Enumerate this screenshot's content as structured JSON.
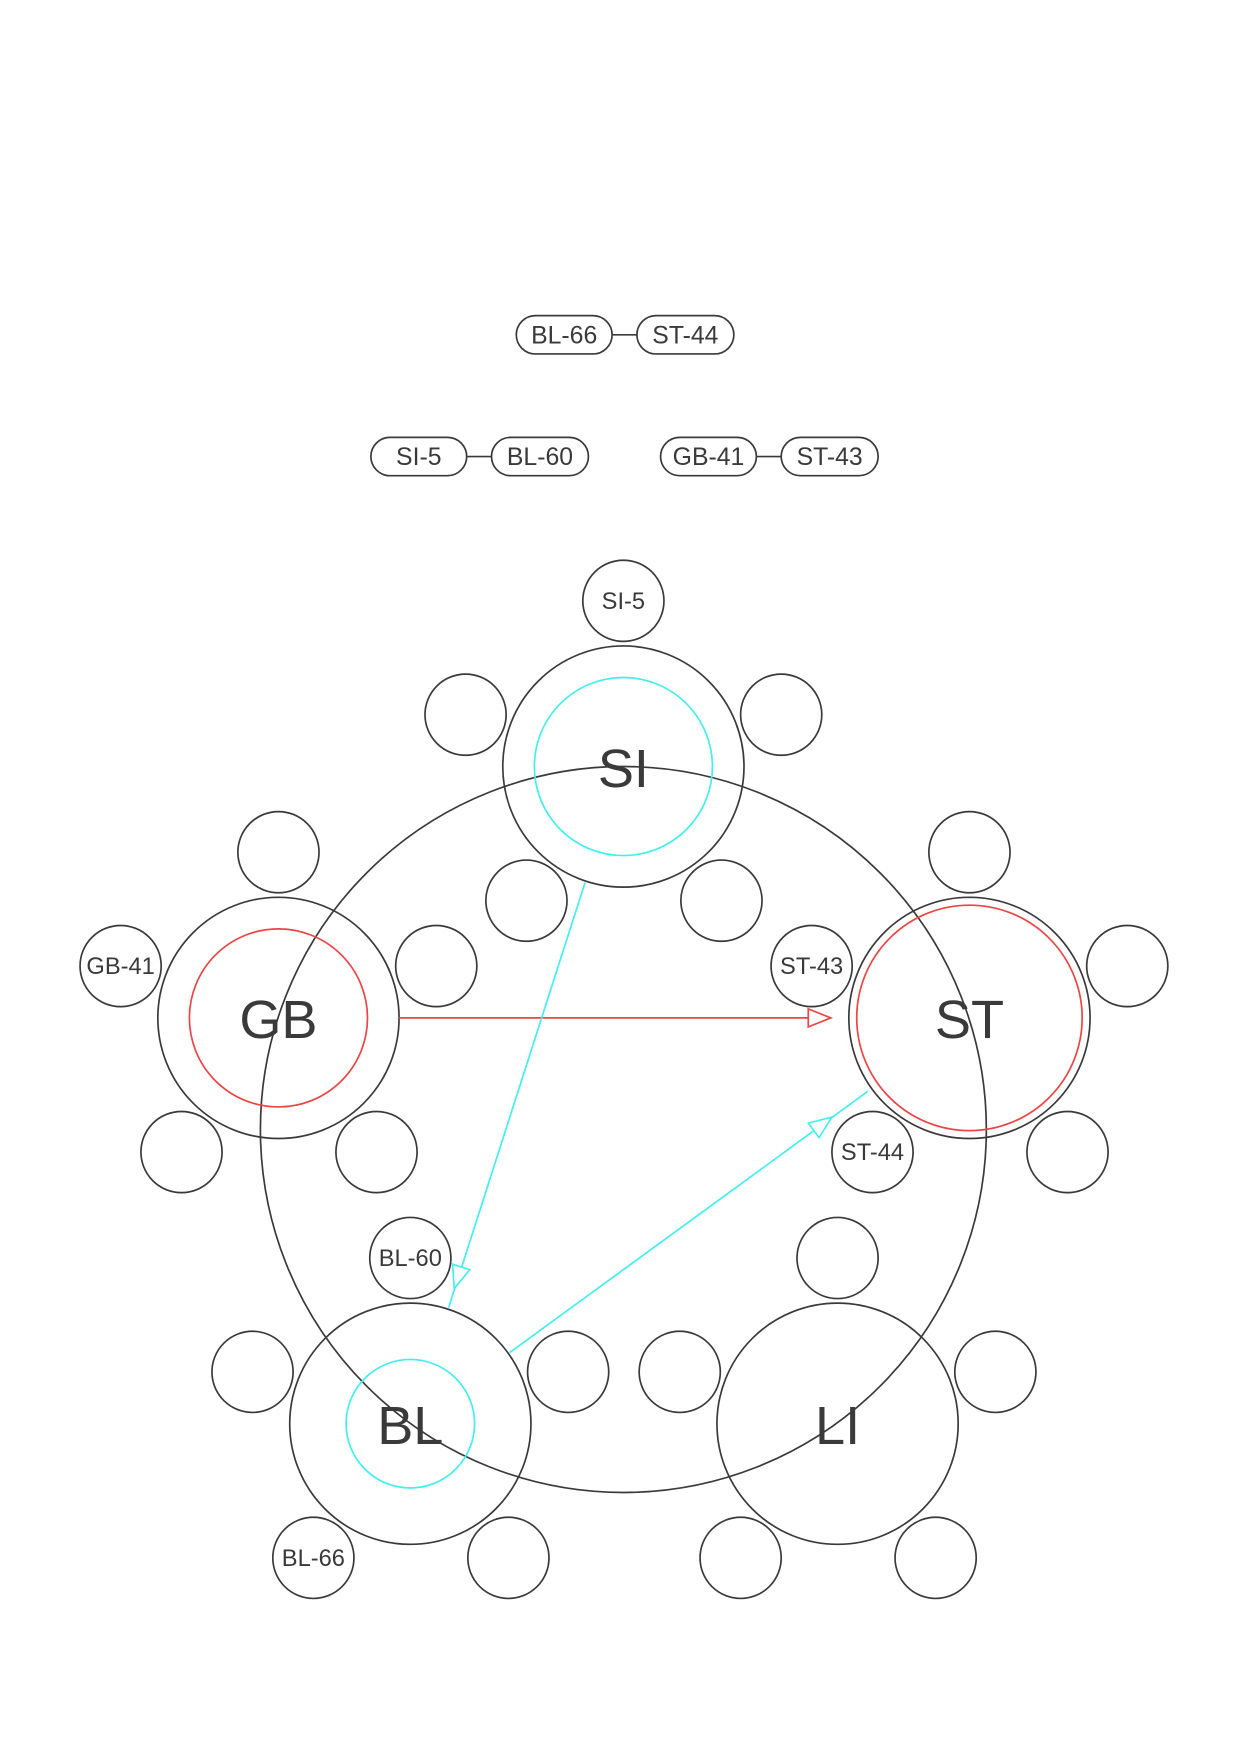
{
  "colors": {
    "line": "#3a3a3a",
    "red": "#ee4444",
    "cyan": "#44eeee"
  },
  "pairs": [
    {
      "a": "BL-66",
      "b": "ST-44"
    },
    {
      "a": "SI-5",
      "b": "BL-60"
    },
    {
      "a": "GB-41",
      "b": "ST-43"
    }
  ],
  "nodes": [
    {
      "id": "SI",
      "label": "SI",
      "ring": "cyan",
      "satellites": [
        "SI-5",
        "",
        "",
        "",
        ""
      ]
    },
    {
      "id": "GB",
      "label": "GB",
      "ring": "red",
      "satellites": [
        "",
        "GB-41",
        "",
        "",
        ""
      ]
    },
    {
      "id": "ST",
      "label": "ST",
      "ring": "red-double",
      "satellites": [
        "",
        "ST-43",
        "",
        "ST-44",
        ""
      ]
    },
    {
      "id": "BL",
      "label": "BL",
      "ring": "cyan-small",
      "satellites": [
        "BL-60",
        "",
        "",
        "BL-66",
        ""
      ]
    },
    {
      "id": "LI",
      "label": "LI",
      "ring": "none",
      "satellites": [
        "",
        "",
        "",
        "",
        ""
      ]
    }
  ],
  "edges": [
    {
      "from": "GB",
      "to": "ST",
      "color": "red"
    },
    {
      "from": "SI",
      "to": "BL",
      "color": "cyan"
    },
    {
      "from": "BL",
      "to": "ST",
      "color": "cyan"
    }
  ]
}
